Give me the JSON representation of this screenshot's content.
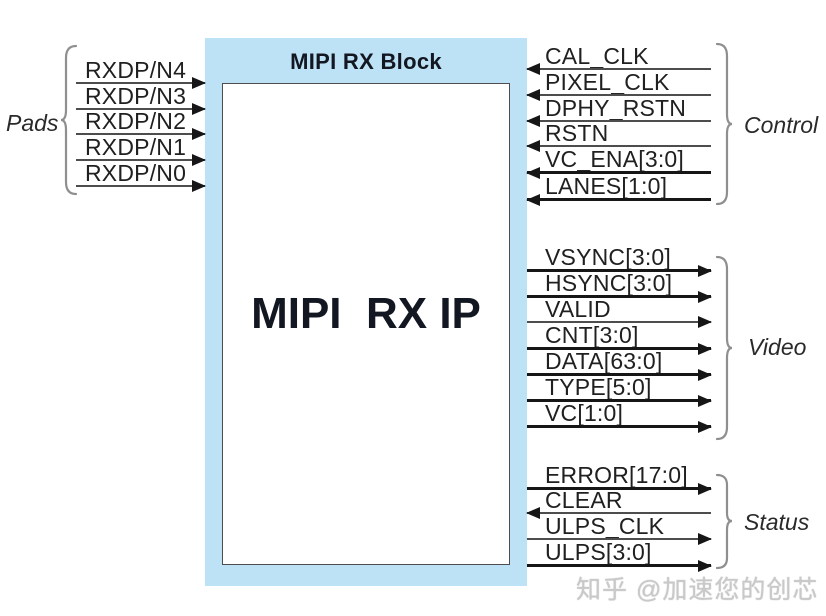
{
  "diagram": {
    "block": {
      "title": "MIPI RX Block",
      "name": "MIPI  RX IP"
    },
    "watermark": "知乎 @加速您的创芯",
    "colors": {
      "block_fill": "#bde2f6",
      "inner_fill": "#ffffff",
      "title_text": "#131722",
      "label_text": "#202020",
      "line_thin": "#4d4d4d",
      "line_thick": "#161616",
      "arrow": "#161616",
      "brace": "#8f8f8f",
      "group_text": "#2a2a2a",
      "watermark": "#c9c9c9"
    },
    "groups": {
      "pads": {
        "label": "Pads",
        "side": "left",
        "signals": [
          {
            "name": "RXDP/N4",
            "direction": "in",
            "bus": false
          },
          {
            "name": "RXDP/N3",
            "direction": "in",
            "bus": false
          },
          {
            "name": "RXDP/N2",
            "direction": "in",
            "bus": false
          },
          {
            "name": "RXDP/N1",
            "direction": "in",
            "bus": false
          },
          {
            "name": "RXDP/N0",
            "direction": "in",
            "bus": false
          }
        ]
      },
      "control": {
        "label": "Control",
        "side": "right",
        "signals": [
          {
            "name": "CAL_CLK",
            "direction": "in",
            "bus": false
          },
          {
            "name": "PIXEL_CLK",
            "direction": "in",
            "bus": false
          },
          {
            "name": "DPHY_RSTN",
            "direction": "in",
            "bus": false
          },
          {
            "name": "RSTN",
            "direction": "in",
            "bus": false
          },
          {
            "name": "VC_ENA[3:0]",
            "direction": "in",
            "bus": true
          },
          {
            "name": "LANES[1:0]",
            "direction": "in",
            "bus": true
          }
        ]
      },
      "video": {
        "label": "Video",
        "side": "right",
        "signals": [
          {
            "name": "VSYNC[3:0]",
            "direction": "out",
            "bus": true
          },
          {
            "name": "HSYNC[3:0]",
            "direction": "out",
            "bus": true
          },
          {
            "name": "VALID",
            "direction": "out",
            "bus": false
          },
          {
            "name": "CNT[3:0]",
            "direction": "out",
            "bus": true
          },
          {
            "name": "DATA[63:0]",
            "direction": "out",
            "bus": true
          },
          {
            "name": "TYPE[5:0]",
            "direction": "out",
            "bus": true
          },
          {
            "name": "VC[1:0]",
            "direction": "out",
            "bus": true
          }
        ]
      },
      "status": {
        "label": "Status",
        "side": "right",
        "signals": [
          {
            "name": "ERROR[17:0]",
            "direction": "out",
            "bus": true
          },
          {
            "name": "CLEAR",
            "direction": "in",
            "bus": false
          },
          {
            "name": "ULPS_CLK",
            "direction": "out",
            "bus": false
          },
          {
            "name": "ULPS[3:0]",
            "direction": "out",
            "bus": true
          }
        ]
      }
    }
  }
}
